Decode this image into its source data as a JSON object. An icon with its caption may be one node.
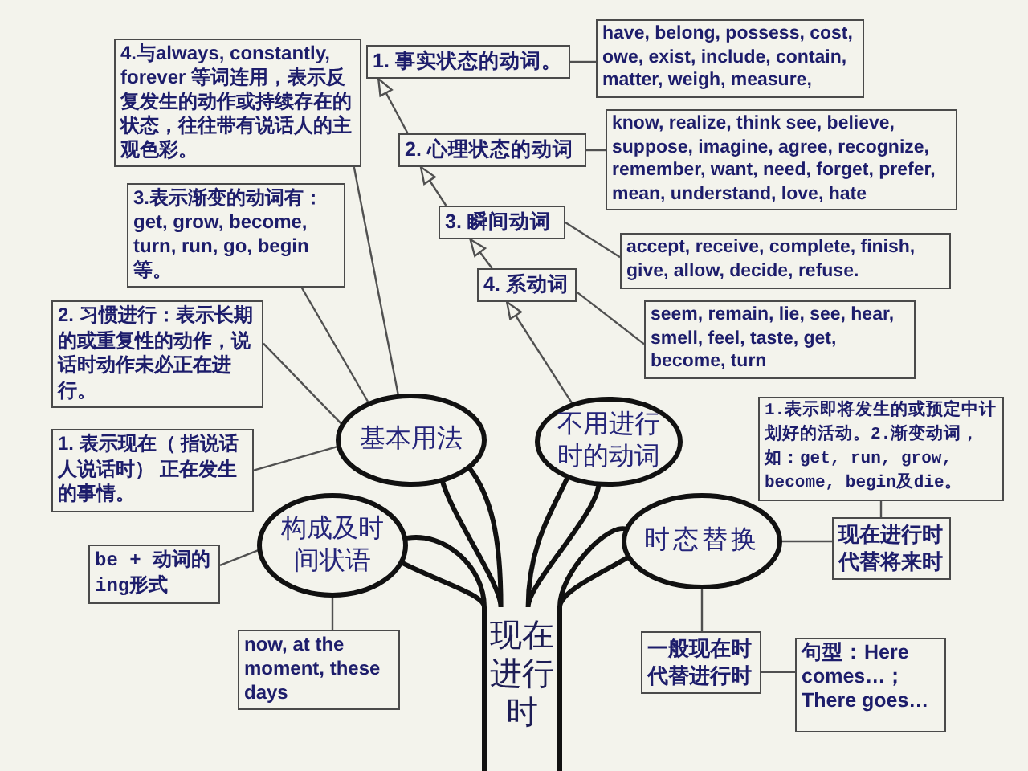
{
  "diagram": {
    "nodes": [
      {
        "text": [
          "4.与always, constantly, forever 等词连用，表示反复发生的动作或持续存在的状态，往往带有说话人的主观色彩。"
        ]
      },
      {
        "text": [
          "1. 事实状态的动词。"
        ]
      },
      {
        "text": [
          "have, belong, possess, cost, owe, exist, include, contain, matter, weigh, measure,"
        ]
      },
      {
        "text": [
          "2. 心理状态的动词"
        ]
      },
      {
        "text": [
          "know, realize, think see, believe, suppose, imagine, agree, recognize, remember, want, need, forget, prefer, mean, understand, love, hate"
        ]
      },
      {
        "text": [
          "3.表示渐变的动词有：get, grow, become, turn, run, go, begin 等。"
        ]
      },
      {
        "text": [
          "3. 瞬间动词"
        ]
      },
      {
        "text": [
          "accept, receive, complete, finish, give, allow, decide, refuse."
        ]
      },
      {
        "text": [
          "4. 系动词"
        ]
      },
      {
        "text": [
          "2. 习惯进行：表示长期的或重复性的动作，说话时动作未必正在进行。"
        ]
      },
      {
        "text": [
          "seem, remain, lie, see, hear, smell, feel, taste, get, become, turn"
        ]
      },
      {
        "text": [
          "1.表示即将发生的或预定中计划好的活动。2.渐变动词，如：get, run, grow, become, begin及die。"
        ]
      },
      {
        "text": [
          "基本用法"
        ]
      },
      {
        "text": [
          "不用进行时的动词"
        ]
      },
      {
        "text": [
          "1. 表示现在（ 指说话人说话时） 正在发生的事情。"
        ]
      },
      {
        "text": [
          "现在进行时代替将来时"
        ]
      },
      {
        "text": [
          "构成及时间状语"
        ]
      },
      {
        "text": [
          "时态替换"
        ]
      },
      {
        "text": [
          "be + 动词的ing形式"
        ]
      },
      {
        "text": [
          "now, at the moment, these days"
        ]
      },
      {
        "text": [
          "现在进行时"
        ]
      },
      {
        "text": [
          "一般现在时代替进行时"
        ]
      },
      {
        "text": [
          "句型：Here comes…；There goes…"
        ]
      }
    ],
    "edges": [
      {
        "from": 12,
        "to": 0,
        "arrow": "none"
      },
      {
        "from": 12,
        "to": 5,
        "arrow": "none"
      },
      {
        "from": 12,
        "to": 9,
        "arrow": "none"
      },
      {
        "from": 12,
        "to": 14,
        "arrow": "none"
      },
      {
        "from": 1,
        "to": 2,
        "arrow": "none"
      },
      {
        "from": 3,
        "to": 4,
        "arrow": "none"
      },
      {
        "from": 6,
        "to": 7,
        "arrow": "none"
      },
      {
        "from": 8,
        "to": 10,
        "arrow": "none"
      },
      {
        "from": 13,
        "to": 8,
        "arrow": "to"
      },
      {
        "from": 8,
        "to": 6,
        "arrow": "to"
      },
      {
        "from": 6,
        "to": 3,
        "arrow": "to"
      },
      {
        "from": 3,
        "to": 1,
        "arrow": "to"
      },
      {
        "from": 16,
        "to": 18,
        "arrow": "none"
      },
      {
        "from": 16,
        "to": 19,
        "arrow": "none"
      },
      {
        "from": 17,
        "to": 15,
        "arrow": "none"
      },
      {
        "from": 11,
        "to": 15,
        "arrow": "none"
      },
      {
        "from": 17,
        "to": 21,
        "arrow": "none"
      },
      {
        "from": 21,
        "to": 22,
        "arrow": "none"
      },
      {
        "from": 20,
        "to": 12,
        "arrow": "none",
        "style": "thick"
      },
      {
        "from": 20,
        "to": 16,
        "arrow": "none",
        "style": "thick"
      },
      {
        "from": 20,
        "to": 13,
        "arrow": "none",
        "style": "thick"
      },
      {
        "from": 20,
        "to": 17,
        "arrow": "none",
        "style": "thick"
      }
    ]
  }
}
